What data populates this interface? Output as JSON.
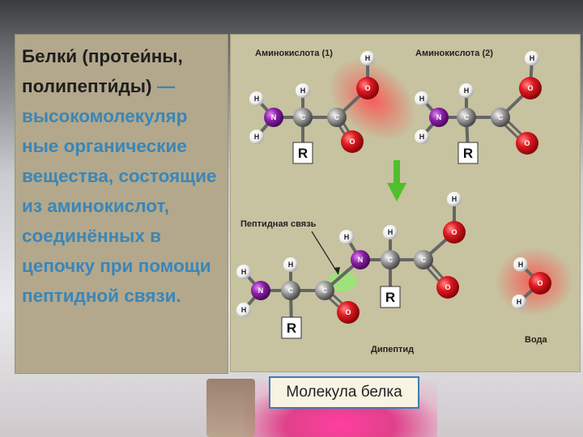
{
  "slide": {
    "definition": {
      "term": "Белки́ (протеи́ны, полипепти́ды)",
      "dash": " — ",
      "highlight": "высокомолекуляр ные органические вещества, состоящие из аминокислот, соединённых в цепочку при помощи пептидной связи."
    },
    "diagram": {
      "label_amino1": "Аминокислота (1)",
      "label_amino2": "Аминокислота (2)",
      "label_peptide_bond": "Пептидная связь",
      "label_dipeptide": "Дипептид",
      "label_water": "Вода",
      "atom_h": "H",
      "atom_n": "N",
      "atom_c": "C",
      "atom_o": "O",
      "radical": "R",
      "colors": {
        "nitrogen": "#8b1fa8",
        "carbon": "#8a8a8a",
        "oxygen": "#d8141c",
        "hydrogen": "#f4f4f4",
        "arrow": "#4fbf2c"
      }
    },
    "caption": "Молекула белка"
  }
}
